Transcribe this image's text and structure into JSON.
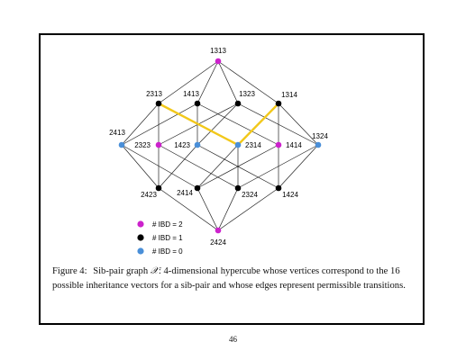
{
  "figure": {
    "vertices": [
      {
        "id": "1313",
        "ibd": 2
      },
      {
        "id": "2313",
        "ibd": 1
      },
      {
        "id": "1413",
        "ibd": 1
      },
      {
        "id": "1323",
        "ibd": 1
      },
      {
        "id": "1314",
        "ibd": 1
      },
      {
        "id": "2413",
        "ibd": 0
      },
      {
        "id": "2323",
        "ibd": 2
      },
      {
        "id": "1423",
        "ibd": 0
      },
      {
        "id": "2314",
        "ibd": 0
      },
      {
        "id": "1414",
        "ibd": 2
      },
      {
        "id": "1324",
        "ibd": 0
      },
      {
        "id": "2423",
        "ibd": 1
      },
      {
        "id": "2414",
        "ibd": 1
      },
      {
        "id": "2324",
        "ibd": 1
      },
      {
        "id": "1424",
        "ibd": 1
      },
      {
        "id": "2424",
        "ibd": 2
      }
    ],
    "highlighted_path": [
      "2313",
      "2314",
      "1314"
    ],
    "colors": {
      "ibd2": "#cc22cc",
      "ibd1": "#000000",
      "ibd0": "#4a8fd8",
      "edge": "#222222",
      "highlight": "#f2c81a"
    },
    "legend": [
      {
        "label": "# IBD = 2",
        "color": "#cc22cc"
      },
      {
        "label": "# IBD = 1",
        "color": "#000000"
      },
      {
        "label": "# IBD = 0",
        "color": "#4a8fd8"
      }
    ]
  },
  "caption": {
    "label": "Figure 4:",
    "text_before": "Sib-pair graph",
    "symbol": "𝒳",
    "text_after": ": 4-dimensional hypercube whose vertices correspond to the 16 possible inheritance vectors for a sib-pair and whose edges represent permissible transitions."
  },
  "page_number": "46"
}
